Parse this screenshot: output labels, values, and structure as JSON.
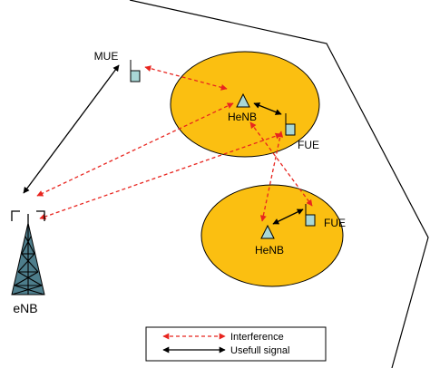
{
  "colors": {
    "cell_fill": "#fbbf11",
    "interference": "#e8251f",
    "useful": "#000000",
    "device": "#a9d7d6",
    "outline": "#000000",
    "tower": "#4e7e8c"
  },
  "labels": {
    "mue": "MUE",
    "henb_top": "HeNB",
    "fue_top": "FUE",
    "henb_bottom": "HeNB",
    "fue_bottom": "FUE",
    "enb": "eNB"
  },
  "legend": {
    "interference": "Interference",
    "useful": "Usefull signal"
  },
  "icons": {
    "tower": "enb-tower-icon",
    "henb": "henb-triangle-icon",
    "ue": "ue-phone-icon"
  }
}
